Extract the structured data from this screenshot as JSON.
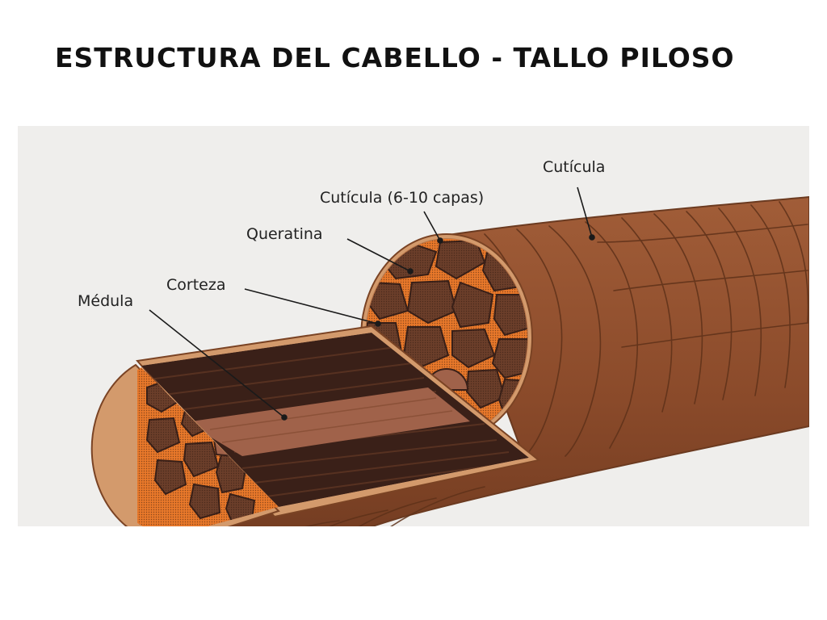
{
  "title": "ESTRUCTURA DEL CABELLO - TALLO PILOSO",
  "labels": {
    "cuticula_outer": "Cutícula",
    "cuticula_layers": "Cutícula (6-10 capas)",
    "queratina": "Queratina",
    "corteza": "Corteza",
    "medula": "Médula"
  },
  "colors": {
    "panel_background": "#efeeec",
    "shaft_brown": "#8a4a2a",
    "cuticle_tan": "#d39a6c",
    "cortex_dark": "#3a2018",
    "keratin_cell": "#6b3e2a",
    "interstitial_orange": "#e8782a",
    "medulla_tan": "#a0624a"
  }
}
